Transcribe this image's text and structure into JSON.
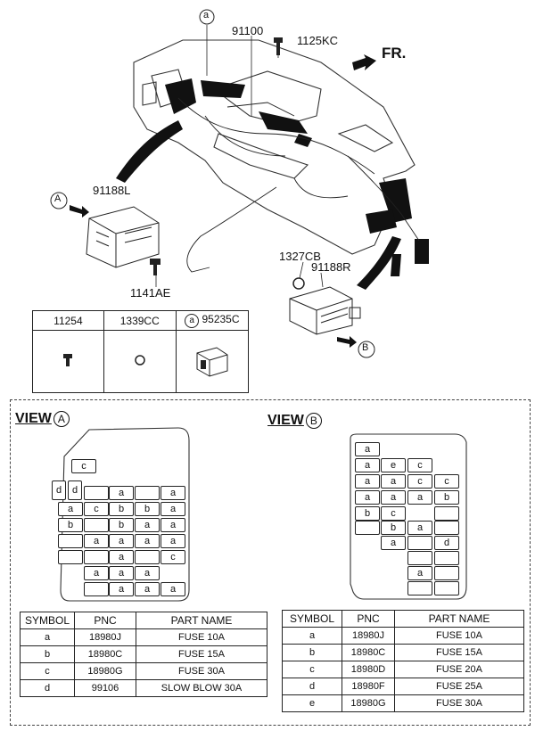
{
  "diagram": {
    "direction_label": "FR.",
    "callouts": {
      "main_harness": "91100",
      "bolt_top": "1125KC",
      "junction_box_left": "91188L",
      "bolt_left": "1141AE",
      "nut_right": "1327CB",
      "junction_box_right": "91188R",
      "marker_a": "a",
      "view_a_arrow": "A",
      "view_b_arrow": "B"
    }
  },
  "legend": {
    "col1": "11254",
    "col2": "1339CC",
    "col3_marker": "a",
    "col3": "95235C"
  },
  "view_a": {
    "title": "VIEW",
    "letter": "A",
    "fuses": [
      [
        "c"
      ],
      [
        "d",
        "d",
        "",
        "a",
        "",
        "a"
      ],
      [
        "a",
        "c",
        "b",
        "b",
        "a"
      ],
      [
        "b",
        "",
        "b",
        "a",
        "a"
      ],
      [
        "",
        "a",
        "a",
        "a",
        "a"
      ],
      [
        "",
        "",
        "a",
        "",
        "c"
      ],
      [
        "",
        "",
        "a",
        "a",
        "a"
      ],
      [
        "",
        "a",
        "a",
        "a",
        "a"
      ]
    ],
    "table": {
      "headers": [
        "SYMBOL",
        "PNC",
        "PART NAME"
      ],
      "rows": [
        [
          "a",
          "18980J",
          "FUSE 10A"
        ],
        [
          "b",
          "18980C",
          "FUSE 15A"
        ],
        [
          "c",
          "18980G",
          "FUSE 30A"
        ],
        [
          "d",
          "99106",
          "SLOW BLOW 30A"
        ]
      ]
    }
  },
  "view_b": {
    "title": "VIEW",
    "letter": "B",
    "fuses": [
      [
        "a"
      ],
      [
        "a",
        "e",
        "c"
      ],
      [
        "a",
        "a",
        "c",
        "c"
      ],
      [
        "a",
        "a",
        "a",
        "b"
      ],
      [
        "b",
        "c"
      ],
      [
        "b",
        "a"
      ],
      [
        "a",
        "d"
      ],
      [
        ""
      ],
      [
        "a"
      ],
      [
        ""
      ]
    ],
    "table": {
      "headers": [
        "SYMBOL",
        "PNC",
        "PART NAME"
      ],
      "rows": [
        [
          "a",
          "18980J",
          "FUSE 10A"
        ],
        [
          "b",
          "18980C",
          "FUSE 15A"
        ],
        [
          "c",
          "18980D",
          "FUSE 20A"
        ],
        [
          "d",
          "18980F",
          "FUSE 25A"
        ],
        [
          "e",
          "18980G",
          "FUSE 30A"
        ]
      ]
    }
  }
}
